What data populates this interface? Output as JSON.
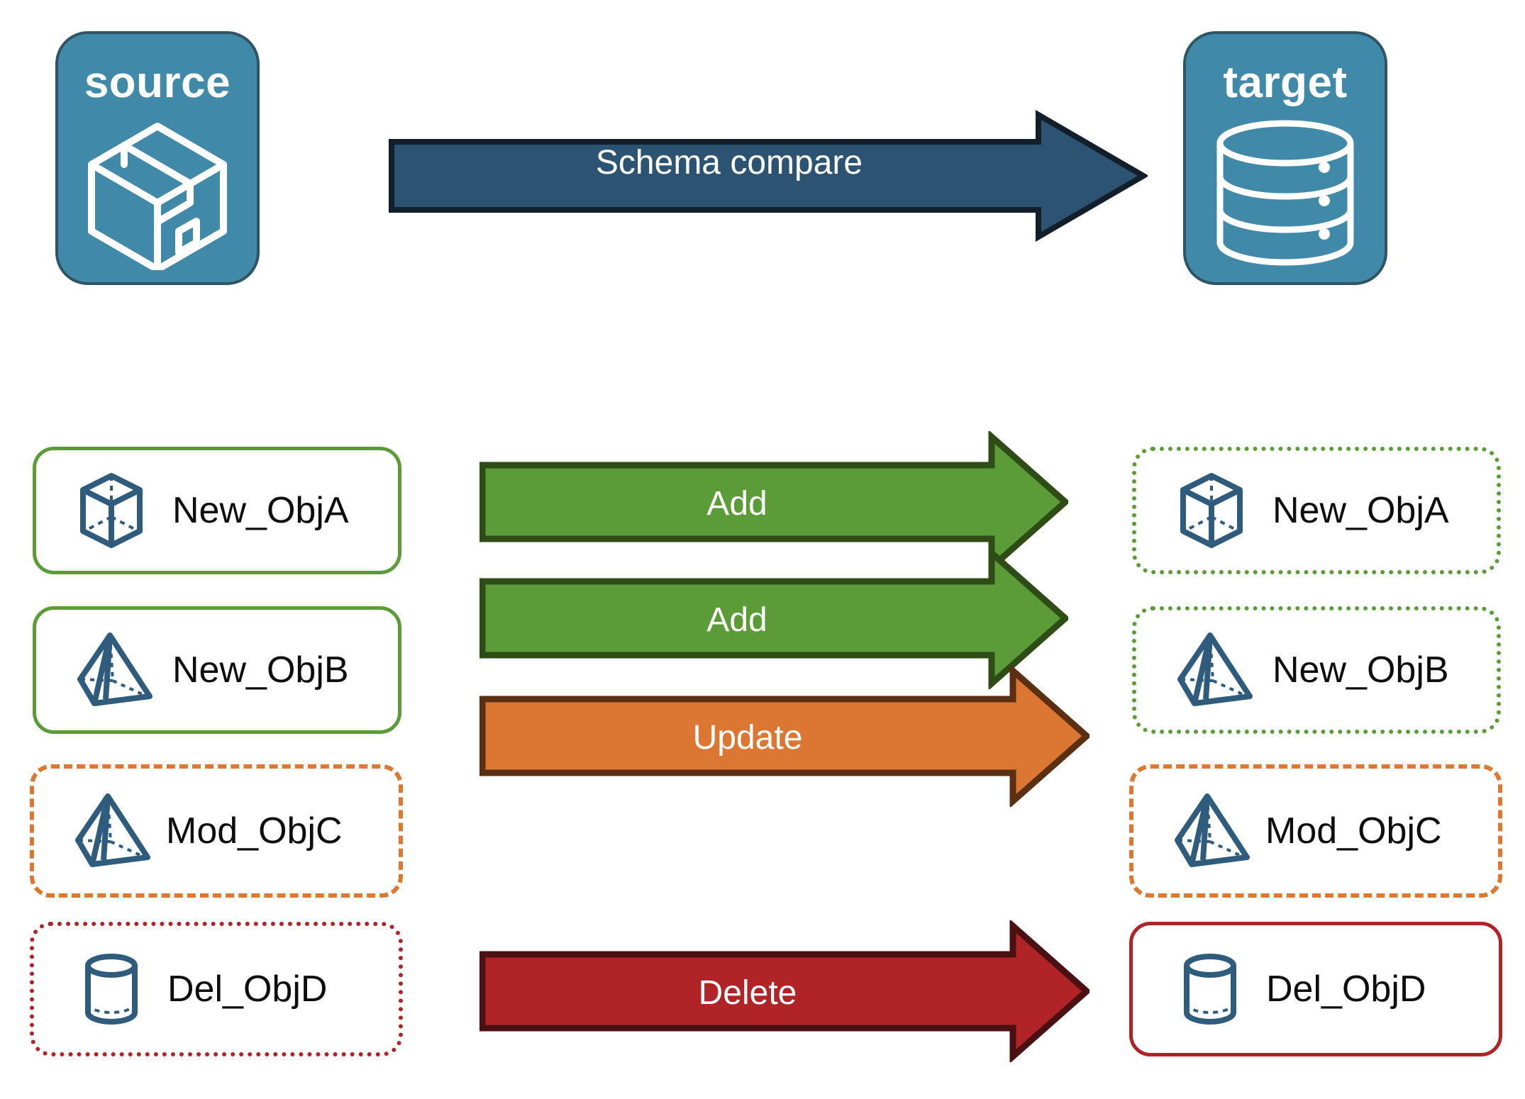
{
  "diagram": {
    "title_semantic": "schema-compare-diagram",
    "background": "#FFFFFF"
  },
  "endpoints": {
    "source": {
      "label": "source",
      "icon": "package-box-icon",
      "fill": "#4189A8",
      "stroke": "#2F5464"
    },
    "target": {
      "label": "target",
      "icon": "database-cylinder-icon",
      "fill": "#4189A8",
      "stroke": "#2F5464"
    }
  },
  "compare_arrow": {
    "label": "Schema compare",
    "fill": "#2C5472",
    "stroke": "#121F2B"
  },
  "rows": [
    {
      "source_label": "New_ObjA",
      "source_icon": "wireframe-cube-icon",
      "source_border_style": "solid",
      "source_border_color": "#5B9C39",
      "action_label": "Add",
      "action_fill": "#5B9C39",
      "action_stroke": "#2E4D16",
      "target_label": "New_ObjA",
      "target_icon": "wireframe-cube-icon",
      "target_border_style": "dotted",
      "target_border_color": "#5B9C39"
    },
    {
      "source_label": "New_ObjB",
      "source_icon": "wireframe-pyramid-icon",
      "source_border_style": "solid",
      "source_border_color": "#5B9C39",
      "action_label": "Add",
      "action_fill": "#5B9C39",
      "action_stroke": "#2E4D16",
      "target_label": "New_ObjB",
      "target_icon": "wireframe-pyramid-icon",
      "target_border_style": "dotted",
      "target_border_color": "#5B9C39"
    },
    {
      "source_label": "Mod_ObjC",
      "source_icon": "wireframe-pyramid-icon",
      "source_border_style": "dashed",
      "source_border_color": "#DB7832",
      "action_label": "Update",
      "action_fill": "#DC7633",
      "action_stroke": "#5B2F11",
      "target_label": "Mod_ObjC",
      "target_icon": "wireframe-pyramid-icon",
      "target_border_style": "dashed",
      "target_border_color": "#DB7832"
    },
    {
      "source_label": "Del_ObjD",
      "source_icon": "wireframe-cylinder-icon",
      "source_border_style": "dotted",
      "source_border_color": "#B02326",
      "action_label": "Delete",
      "action_fill": "#B02326",
      "action_stroke": "#4A1012",
      "target_label": "Del_ObjD",
      "target_icon": "wireframe-cylinder-icon",
      "target_border_style": "solid",
      "target_border_color": "#B02326"
    }
  ],
  "palette": {
    "object_icon_color": "#2F5C7D",
    "text_color": "#0D0D0D",
    "white": "#FFFFFF"
  }
}
